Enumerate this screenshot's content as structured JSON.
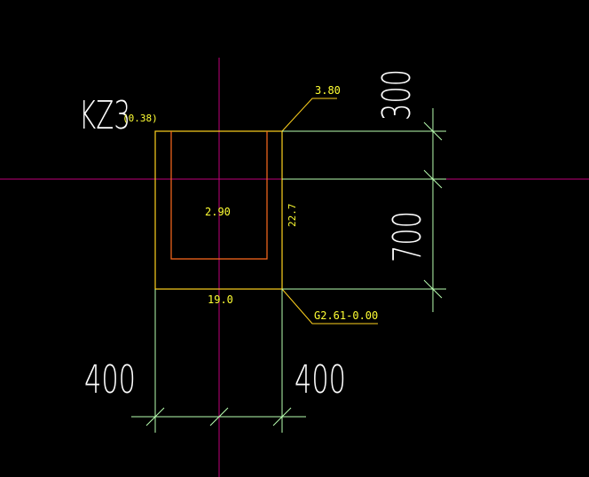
{
  "drawing": {
    "column_label": "KZ3",
    "column_level": "(0.38)",
    "top_leader_text": "3.80",
    "bottom_leader_text": "G2.61-0.00",
    "inner_area_text": "2.90",
    "right_side_text": "22.7",
    "bottom_side_text": "19.0",
    "dim_right_upper": "300",
    "dim_right_lower": "700",
    "dim_bottom_left": "400",
    "dim_bottom_right": "400"
  },
  "colors": {
    "background": "#000000",
    "axis": "#c0007a",
    "column_outline": "#ffd21e",
    "rebar_cage": "#ff6a1e",
    "dimension_lines": "#b8ffb0",
    "annotation_text": "#ffff33",
    "big_text": "#ffffff"
  }
}
